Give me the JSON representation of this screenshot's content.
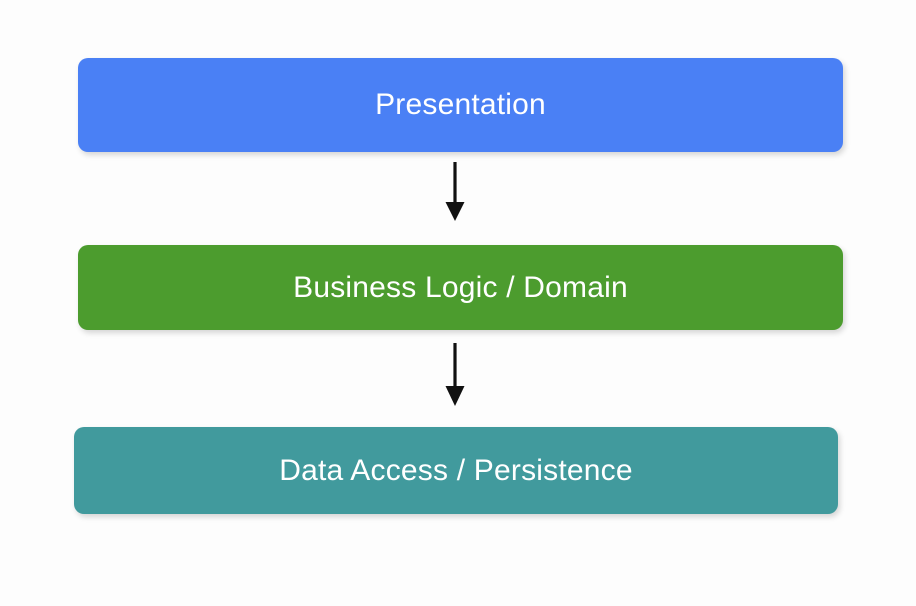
{
  "diagram": {
    "type": "layered-architecture-flow",
    "background_color": "#fdfdfd",
    "orientation": "vertical-top-down",
    "layers": [
      {
        "id": "presentation",
        "label": "Presentation",
        "fill_color": "#4a80f5",
        "text_color": "#ffffff",
        "order": 1
      },
      {
        "id": "business-logic",
        "label": "Business Logic / Domain",
        "fill_color": "#4c9c2e",
        "text_color": "#ffffff",
        "order": 2
      },
      {
        "id": "data-access",
        "label": "Data Access / Persistence",
        "fill_color": "#419a9d",
        "text_color": "#ffffff",
        "order": 3
      }
    ],
    "connectors": [
      {
        "id": "presentation-to-business",
        "from": "presentation",
        "to": "business-logic",
        "style": "solid",
        "color": "#111111",
        "arrowhead": "filled-triangle",
        "direction": "down"
      },
      {
        "id": "business-to-data",
        "from": "business-logic",
        "to": "data-access",
        "style": "solid",
        "color": "#111111",
        "arrowhead": "filled-triangle",
        "direction": "down"
      }
    ]
  }
}
